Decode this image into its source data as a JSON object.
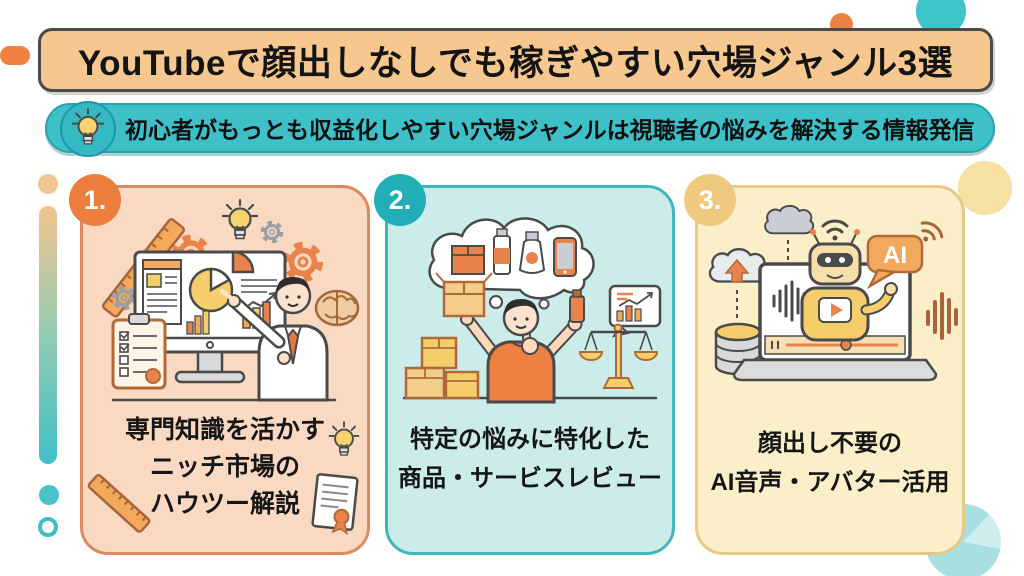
{
  "title": {
    "text": "YouTubeで顔出しなしでも稼ぎやすい穴場ジャンル3選"
  },
  "subtitle": {
    "text": "初心者がもっとも収益化しやすい穴場ジャンルは視聴者の悩みを解決する情報発信",
    "icon": "lightbulb-icon"
  },
  "cards": [
    {
      "number": "1.",
      "caption": "専門知識を活かす\nニッチ市場の\nハウツー解説",
      "illustration": "expert-presenting-charts-on-monitor",
      "accent": "#EC7E3E"
    },
    {
      "number": "2.",
      "caption": "特定の悩みに特化した\n商品・サービスレビュー",
      "illustration": "person-reviewing-products-with-scale",
      "accent": "#21AEB6"
    },
    {
      "number": "3.",
      "caption": "顔出し不要の\nAI音声・アバター活用",
      "illustration": "ai-robot-avatar-on-laptop",
      "illustration_label": "AI",
      "accent": "#EFC97E"
    }
  ],
  "palette": {
    "title_fill": "#F6C78F",
    "title_border": "#4A4A4A",
    "subtitle_fill": "#3EC0C8",
    "card1_fill": "#FAD9C3",
    "card1_border": "#DC8A60",
    "card2_fill": "#CBECE9",
    "card2_border": "#41B7BD",
    "card3_fill": "#FBEFC9",
    "card3_border": "#E6C887",
    "accent_orange": "#EE8243",
    "accent_teal": "#3FC3CB",
    "text": "#161616"
  }
}
